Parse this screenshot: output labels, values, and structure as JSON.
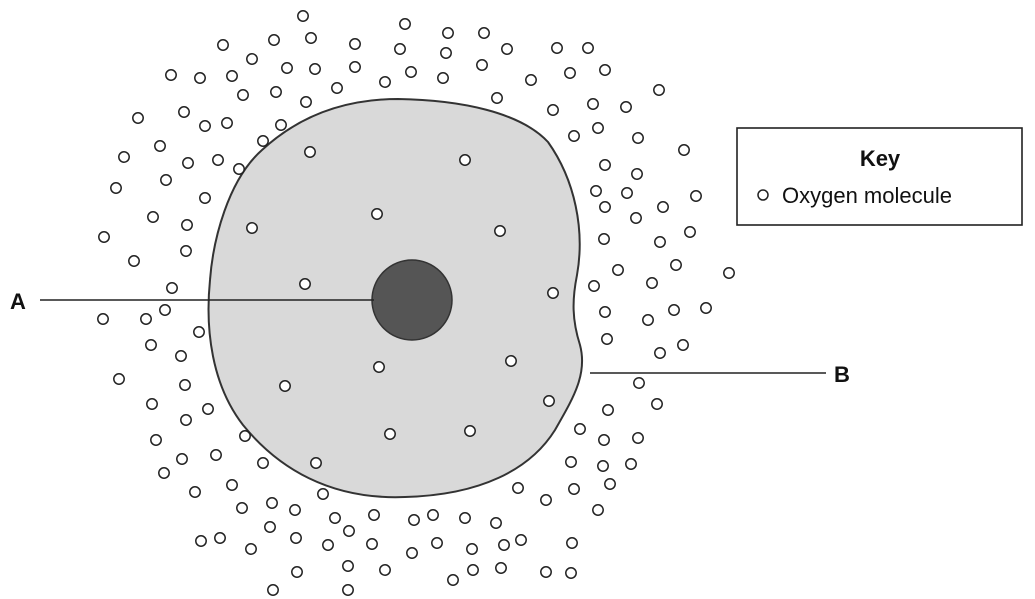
{
  "labels": {
    "a": "A",
    "b": "B"
  },
  "key": {
    "title": "Key",
    "item": "Oxygen molecule",
    "item_icon": "oxygen-molecule-icon"
  },
  "colors": {
    "cytoplasm_fill": "#d9d9d9",
    "nucleus_fill": "#555555",
    "outline": "#333333",
    "background": "#ffffff"
  }
}
